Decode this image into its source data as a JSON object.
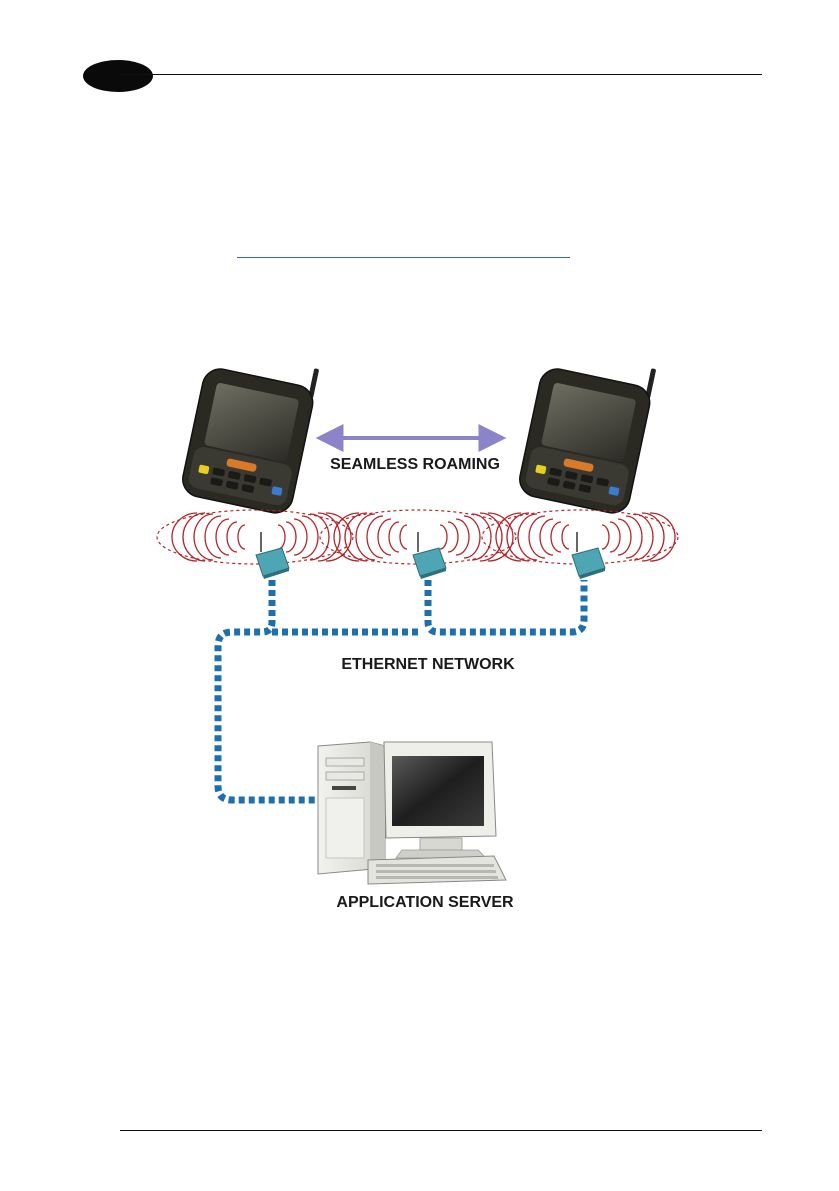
{
  "diagram": {
    "roaming_label": "SEAMLESS ROAMING",
    "network_label": "ETHERNET NETWORK",
    "server_label": "APPLICATION SERVER"
  },
  "colors": {
    "ethernet_cable": "#1d6fae",
    "radio_waves": "#b3262a",
    "access_point": "#4ea5b4",
    "roaming_arrow": "#8c84c8",
    "device_body": "#2a2a22",
    "hyperlink": "#3b5fc0"
  }
}
